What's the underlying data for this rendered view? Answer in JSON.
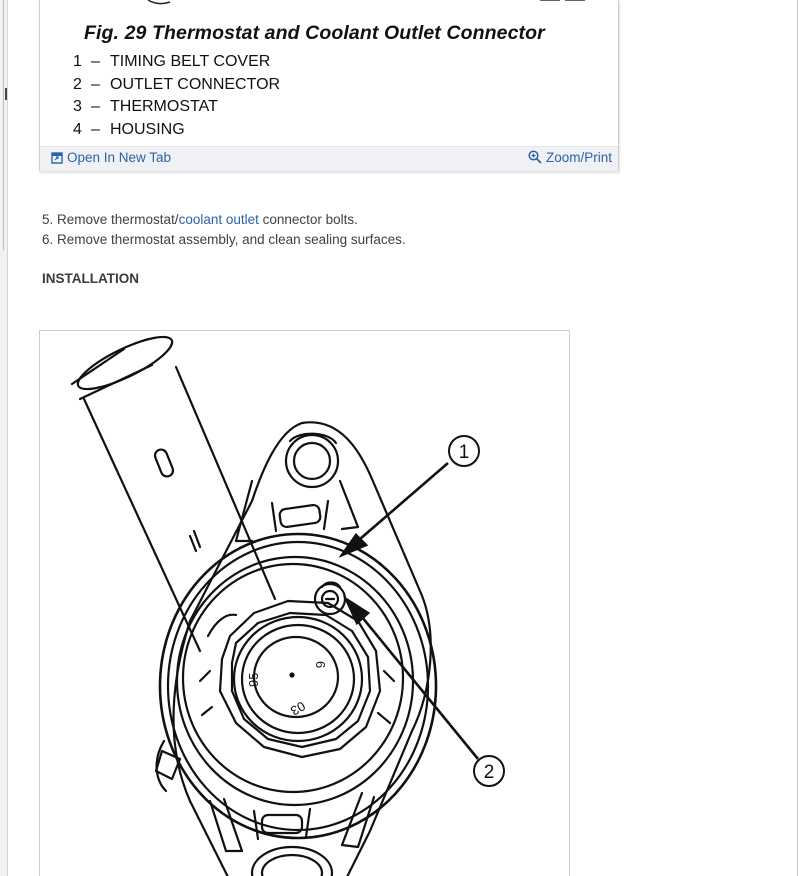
{
  "figure29": {
    "caption": "Fig. 29 Thermostat and Coolant Outlet Connector",
    "legend": [
      {
        "num": "1",
        "dash": "–",
        "label": "TIMING BELT COVER"
      },
      {
        "num": "2",
        "dash": "–",
        "label": "OUTLET CONNECTOR"
      },
      {
        "num": "3",
        "dash": "–",
        "label": "THERMOSTAT"
      },
      {
        "num": "4",
        "dash": "–",
        "label": "HOUSING"
      }
    ],
    "open_new_tab": "Open In New Tab",
    "zoom_print": "Zoom/Print"
  },
  "steps": {
    "step5_prefix": "5. Remove thermostat/",
    "step5_link": "coolant outlet",
    "step5_suffix": " connector bolts.",
    "step6": "6. Remove thermostat assembly, and clean sealing surfaces."
  },
  "installation_heading": "INSTALLATION",
  "figure_install": {
    "callout_1": "1",
    "callout_2": "2",
    "stamp_a": "6",
    "stamp_b": "95",
    "stamp_c": "03"
  },
  "colors": {
    "link": "#2a63a8",
    "toolbar_bg": "#f0f1f4"
  },
  "icons": {
    "open_tab": "open-in-new-tab-icon",
    "zoom": "zoom-in-icon"
  }
}
